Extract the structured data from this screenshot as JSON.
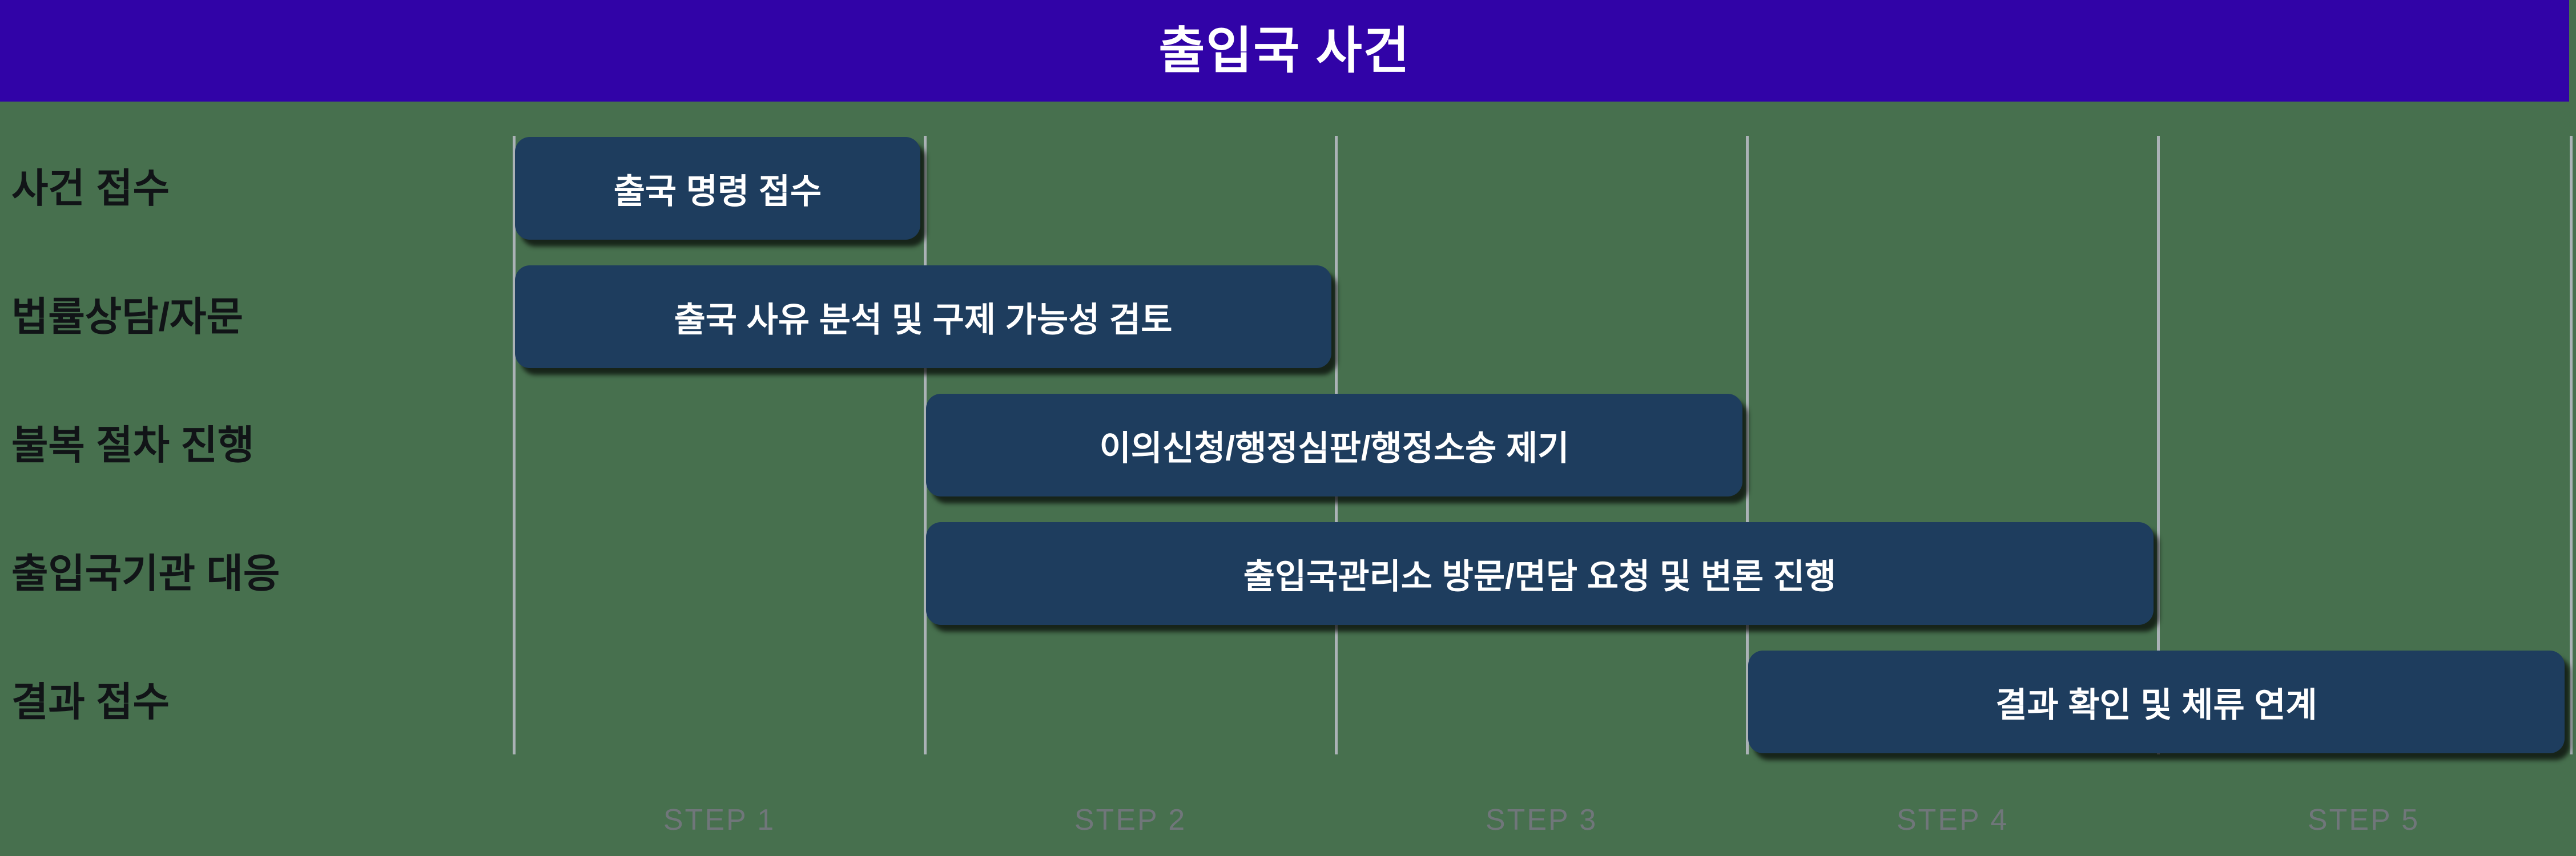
{
  "title": "출입국 사건",
  "colors": {
    "banner": "#3103A7",
    "background": "#47704E",
    "bar": "#1E3D5E",
    "bar_text": "#FFFFFF",
    "row_label": "#111417",
    "gridline": "#ABB2B6",
    "step_label": "#70767A"
  },
  "rows": [
    {
      "label": "사건 접수",
      "bar_label": "출국 명령 접수",
      "start_step": 1,
      "span_steps": 1
    },
    {
      "label": "법률상담/자문",
      "bar_label": "출국 사유 분석 및 구제 가능성 검토",
      "start_step": 1,
      "span_steps": 2
    },
    {
      "label": "불복 절차 진행",
      "bar_label": "이의신청/행정심판/행정소송 제기",
      "start_step": 2,
      "span_steps": 2
    },
    {
      "label": "출입국기관 대응",
      "bar_label": "출입국관리소 방문/면담 요청 및 변론 진행",
      "start_step": 2,
      "span_steps": 3
    },
    {
      "label": "결과 접수",
      "bar_label": "결과 확인 및 체류 연계",
      "start_step": 4,
      "span_steps": 2
    }
  ],
  "steps": [
    "STEP 1",
    "STEP 2",
    "STEP 3",
    "STEP 4",
    "STEP 5"
  ]
}
